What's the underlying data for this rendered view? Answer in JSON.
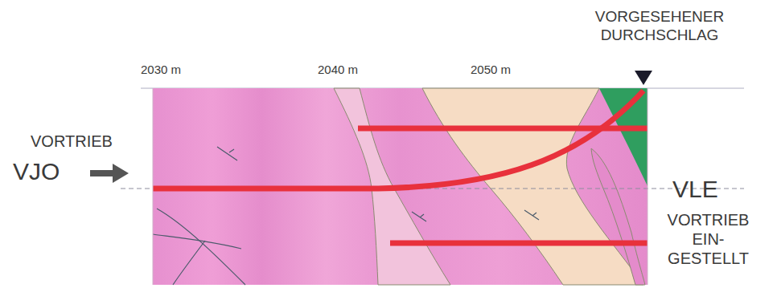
{
  "diagram": {
    "labels": [
      "VORGESEHENER DURCHSCHLAG",
      "2030 m",
      "2040 m",
      "2050 m",
      "VORTRIEB",
      "VJO",
      "VLE",
      "VORTRIEB EIN- GESTELLT"
    ]
  }
}
